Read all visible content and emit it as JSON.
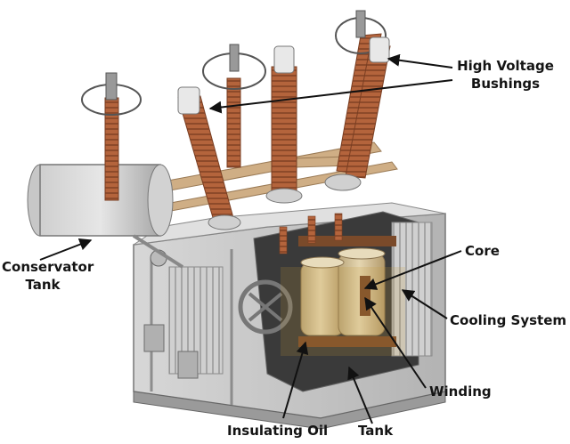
{
  "diagram": {
    "labels": {
      "high_voltage_bushings": {
        "line1": "High Voltage",
        "line2": "Bushings"
      },
      "conservator_tank": {
        "line1": "Conservator",
        "line2": "Tank"
      },
      "core": "Core",
      "cooling_system": "Cooling System",
      "winding": "Winding",
      "insulating_oil": "Insulating Oil",
      "tank": "Tank"
    },
    "colors": {
      "tank_body": "#c9c9c9",
      "tank_dark": "#9a9a9a",
      "bushing_copper": "#b4643c",
      "bushing_ring": "#8d4a2a",
      "winding_tan": "#d9c49a",
      "core_brown": "#7a4a2a",
      "frame_tan": "#cfae85",
      "arrow": "#111111"
    }
  }
}
